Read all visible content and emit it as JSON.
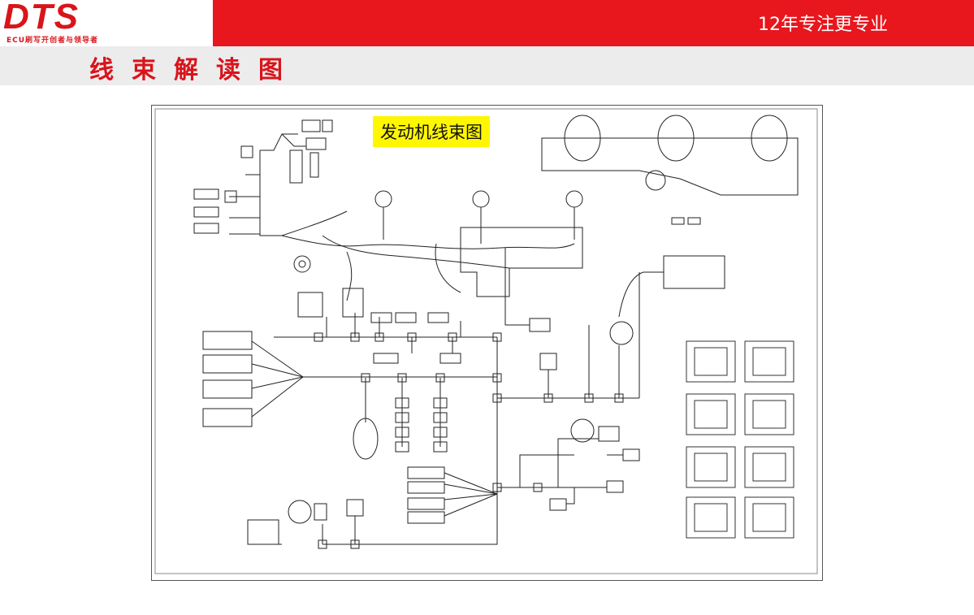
{
  "header": {
    "logo": "DTS",
    "logo_tagline": "ECU刷写开创者与领导者",
    "slogan": "12年专注更专业"
  },
  "page": {
    "title": "线束解读图"
  },
  "diagram": {
    "label": "发动机线束图"
  },
  "colors": {
    "brand_red": "#e8161d",
    "title_red": "#d9141b",
    "title_band": "#ececec",
    "label_bg": "#fff700",
    "line": "#222222"
  }
}
